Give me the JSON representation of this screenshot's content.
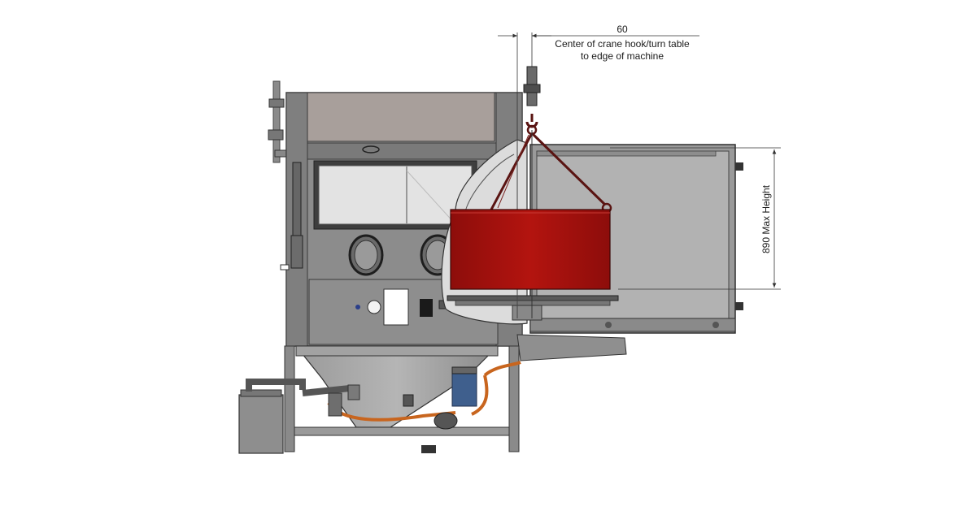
{
  "annotations": {
    "offset_value": "60",
    "offset_caption_line1": "Center of crane hook/turn table",
    "offset_caption_line2": "to edge of machine",
    "height_label": "890 Max Height"
  },
  "colors": {
    "background": "#ffffff",
    "frame": "#7d7d7d",
    "cabinet": "#8c8c8c",
    "cabinet_light": "#a6a6a6",
    "window": "#e3e3e3",
    "door": "#9a9a9a",
    "load": "#a3100d",
    "sling": "#5a1412",
    "hose": "#c8651e",
    "dimension_line": "#333333"
  }
}
